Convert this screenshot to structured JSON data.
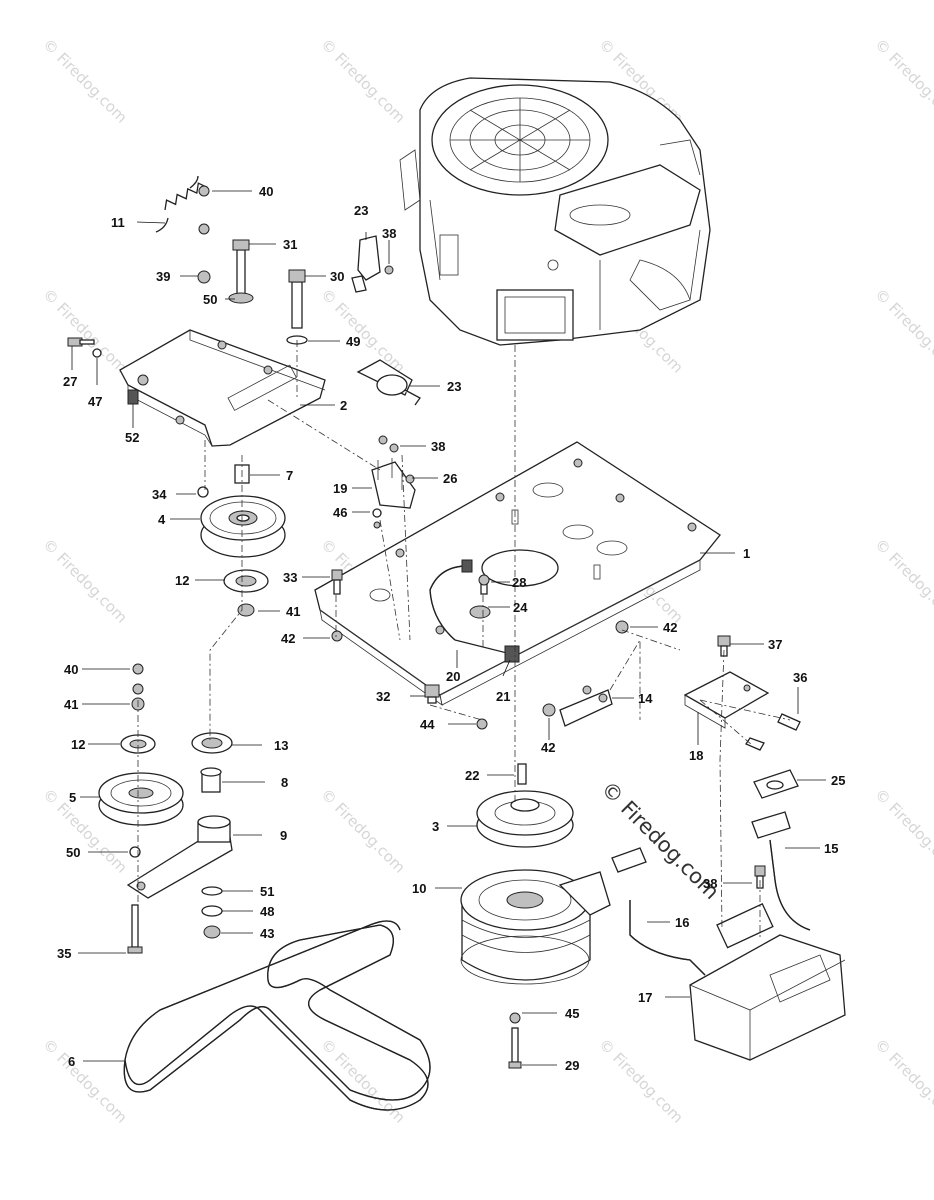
{
  "watermark": {
    "text": "© Firedog.com",
    "center_text": "© Firedog.com"
  },
  "callouts": {
    "c1": "1",
    "c2": "2",
    "c3": "3",
    "c4": "4",
    "c5": "5",
    "c6": "6",
    "c7": "7",
    "c8": "8",
    "c9": "9",
    "c10": "10",
    "c11": "11",
    "c12a": "12",
    "c12b": "12",
    "c13": "13",
    "c14": "14",
    "c15": "15",
    "c16": "16",
    "c17": "17",
    "c18": "18",
    "c19": "19",
    "c20": "20",
    "c21": "21",
    "c22": "22",
    "c23a": "23",
    "c23b": "23",
    "c24": "24",
    "c25": "25",
    "c26": "26",
    "c27": "27",
    "c28": "28",
    "c29": "29",
    "c30": "30",
    "c31": "31",
    "c32": "32",
    "c33": "33",
    "c34": "34",
    "c35": "35",
    "c36": "36",
    "c37": "37",
    "c38a": "38",
    "c38b": "38",
    "c38c": "38",
    "c39": "39",
    "c40a": "40",
    "c40b": "40",
    "c41a": "41",
    "c41b": "41",
    "c42a": "42",
    "c42b": "42",
    "c42c": "42",
    "c43": "43",
    "c44": "44",
    "c45": "45",
    "c46": "46",
    "c47": "47",
    "c48": "48",
    "c49": "49",
    "c50a": "50",
    "c50b": "50",
    "c51": "51",
    "c52": "52"
  }
}
